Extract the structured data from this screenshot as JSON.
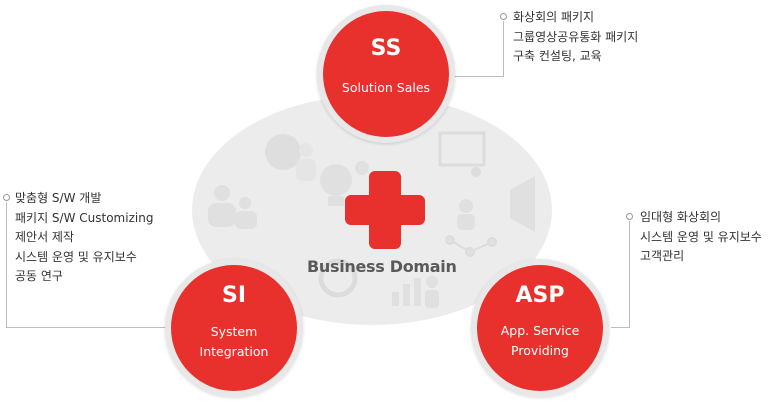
{
  "center": {
    "label": "Business Domain"
  },
  "ss": {
    "abbr": "SS",
    "sub_lines": [
      "Solution Sales"
    ],
    "desc_lines": [
      "화상회의 패키지",
      "그룹영상공유통화 패키지",
      "구축 컨설팅, 교육"
    ]
  },
  "si": {
    "abbr": "SI",
    "sub_lines": [
      "System",
      "Integration"
    ],
    "desc_lines": [
      "맞춤형 S/W 개발",
      "패키지 S/W Customizing",
      "제안서 제작",
      "시스템 운영 및 유지보수",
      "공동 연구"
    ]
  },
  "asp": {
    "abbr": "ASP",
    "sub_lines": [
      "App. Service",
      "Providing"
    ],
    "desc_lines": [
      "임대형 화상회의",
      "시스템 운영 및 유지보수",
      "고객관리"
    ]
  },
  "colors": {
    "accent": "#e8302c",
    "background_oval": "#ececec",
    "icon": "#e2e2e2",
    "text": "#333333"
  },
  "icons": [
    "globe-people-icon",
    "people-icon",
    "lightbulb-icon",
    "presentation-icon",
    "speaker-icon",
    "network-icon",
    "gear-icon",
    "chart-icon",
    "people-icon"
  ]
}
